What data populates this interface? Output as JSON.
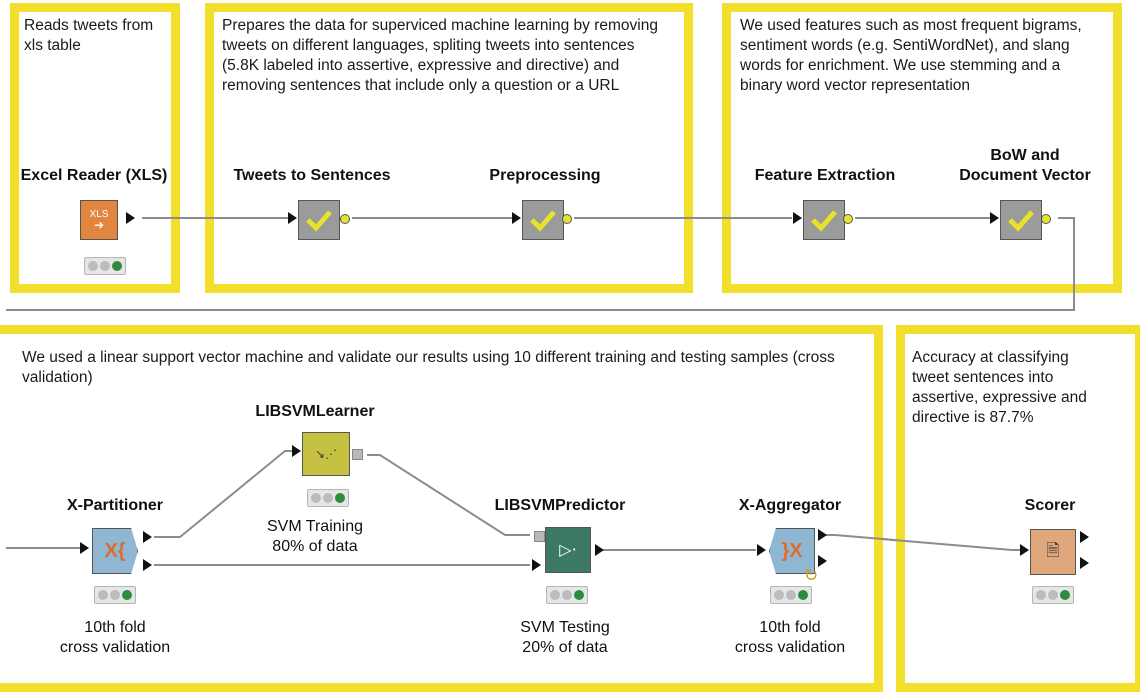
{
  "annotations": {
    "reader": "Reads tweets from xls table",
    "prep": "Prepares the data for superviced machine learning by removing tweets on different languages, spliting tweets into sentences (5.8K labeled into assertive, expressive and directive) and removing sentences that include only a question or a URL",
    "features": "We used features such as most frequent bigrams, sentiment words (e.g. SentiWordNet), and slang words for enrichment. We use stemming and a binary word vector representation",
    "svm": "We used a linear support vector machine and validate our results using 10 different training and testing samples (cross validation)",
    "accuracy": "Accuracy at classifying tweet sentences into assertive, expressive and directive is 87.7%"
  },
  "nodes": {
    "excel_reader": {
      "title": "Excel Reader (XLS)",
      "icon_text": "XLS"
    },
    "tweets_to_sentences": {
      "title": "Tweets to Sentences"
    },
    "preprocessing": {
      "title": "Preprocessing"
    },
    "feature_extraction": {
      "title": "Feature Extraction"
    },
    "bow": {
      "title_line1": "BoW and",
      "title_line2": "Document Vector"
    },
    "libsvm_learner": {
      "title": "LIBSVMLearner",
      "caption_line1": "SVM Training",
      "caption_line2": "80% of data"
    },
    "x_partitioner": {
      "title": "X-Partitioner",
      "caption_line1": "10th fold",
      "caption_line2": "cross validation",
      "icon_text": "X{"
    },
    "libsvm_predictor": {
      "title": "LIBSVMPredictor",
      "caption_line1": "SVM Testing",
      "caption_line2": "20% of data"
    },
    "x_aggregator": {
      "title": "X-Aggregator",
      "caption_line1": "10th fold",
      "caption_line2": "cross validation",
      "icon_text": "}X"
    },
    "scorer": {
      "title": "Scorer"
    }
  },
  "colors": {
    "annotation_border": "#f2df2b",
    "metanode": "#9b9b9b",
    "reader": "#e2853f",
    "learner": "#c7c142",
    "predictor": "#3d7a66",
    "loop": "#8fb7d4",
    "scorer": "#e0a77d",
    "status_green": "#2e8b3e"
  }
}
